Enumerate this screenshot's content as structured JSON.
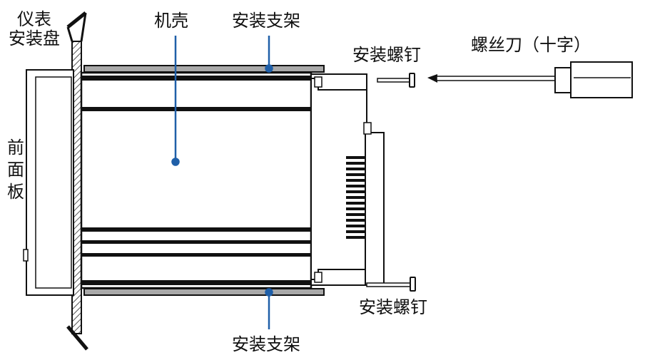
{
  "labels": {
    "panel_mount_line1": "仪表",
    "panel_mount_line2": "安装盘",
    "housing": "机壳",
    "bracket_top": "安装支架",
    "bracket_bottom": "安装支架",
    "screw_top": "安装螺钉",
    "screw_bottom": "安装螺钉",
    "screwdriver": "螺丝刀（十字）",
    "front_panel_c1": "前",
    "front_panel_c2": "面",
    "front_panel_c3": "板"
  },
  "colors": {
    "leader": "#1f5fa8",
    "stroke": "#111111",
    "bracket_fill": "#a9a9a9",
    "hatch": "#444444"
  }
}
